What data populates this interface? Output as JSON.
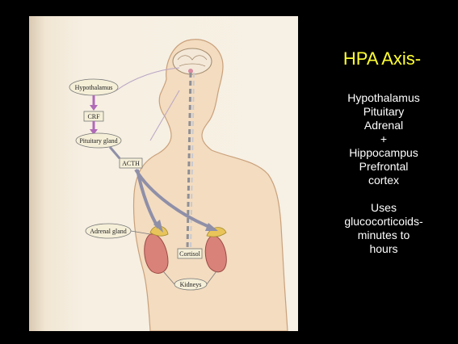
{
  "slide": {
    "title": "HPA Axis-",
    "lines_1": [
      "Hypothalamus",
      "Pituitary",
      "Adrenal",
      "+",
      "Hippocampus",
      "Prefrontal",
      "cortex"
    ],
    "lines_2": [
      "Uses",
      "glucocorticoids-",
      "minutes to",
      "hours"
    ],
    "title_color": "#ffff33",
    "text_color": "#ffffff",
    "background": "#000000"
  },
  "diagram": {
    "labels": {
      "hypothalamus": "Hypothalamus",
      "crf": "CRF",
      "pituitary": "Pituitary gland",
      "acth": "ACTH",
      "adrenal": "Adrenal gland",
      "cortisol": "Cortisol",
      "kidneys": "Kidneys"
    }
  }
}
